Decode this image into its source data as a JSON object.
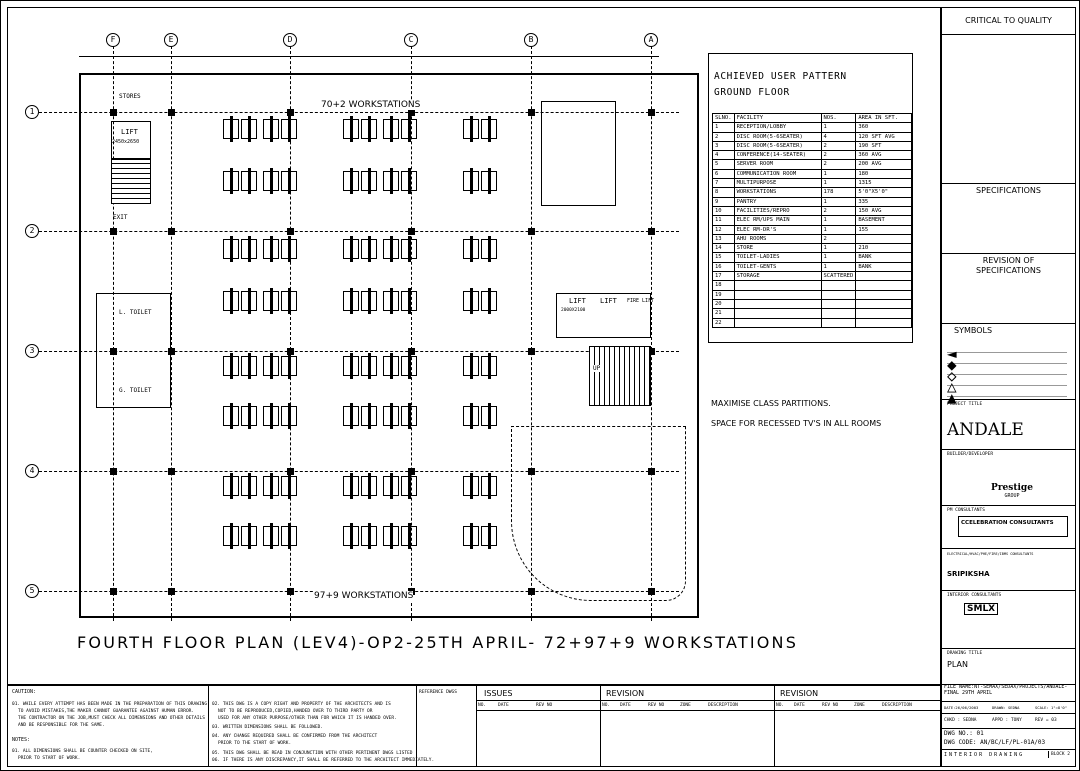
{
  "plan": {
    "title": "FOURTH FLOOR PLAN (LEV4)-OP2-25TH APRIL- 72+97+9 WORKSTATIONS",
    "ws_top": "70+2 WORKSTATIONS",
    "ws_bottom": "97+9 WORKSTATIONS",
    "grid_cols": [
      "F",
      "E",
      "D",
      "C",
      "B",
      "A"
    ],
    "grid_rows": [
      "1",
      "2",
      "3",
      "4",
      "5"
    ],
    "labels": {
      "stores": "STORES",
      "lift": "LIFT",
      "lift_size": "2450x2650",
      "exit": "EXIT",
      "lift2": "LIFT",
      "lift3": "LIFT",
      "fire_lift": "FIRE LIFT",
      "lift2_size": "2000X2100",
      "toilet_l": "L. TOILET",
      "toilet_g": "G. TOILET",
      "up": "UP"
    },
    "notes_right": [
      "MAXIMISE CLASS PARTITIONS.",
      "SPACE FOR RECESSED TV'S IN ALL ROOMS"
    ]
  },
  "schedule": {
    "title_1": "ACHIEVED USER PATTERN",
    "title_2": "GROUND FLOOR",
    "headers": [
      "SLNO.",
      "FACILITY",
      "NOS.",
      "AREA IN SFT."
    ],
    "rows": [
      [
        "1",
        "RECEPTION/LOBBY",
        "1",
        "360"
      ],
      [
        "2",
        "DISC ROOM(5-6SEATER)",
        "4",
        "120 SFT AVG"
      ],
      [
        "3",
        "DISC ROOM(5-6SEATER)",
        "2",
        "190 SFT"
      ],
      [
        "4",
        "CONFERENCE(14-SEATER)",
        "2",
        "360 AVG"
      ],
      [
        "5",
        "SERVER ROOM",
        "2",
        "200 AVG"
      ],
      [
        "6",
        "COMMUNICATION ROOM",
        "1",
        "180"
      ],
      [
        "7",
        "MULTIPURPOSE",
        "1",
        "1315"
      ],
      [
        "8",
        "WORKSTATIONS",
        "178",
        "5'0\"X5'0\""
      ],
      [
        "9",
        "PANTRY",
        "1",
        "335"
      ],
      [
        "10",
        "FACILITIES/REPRO",
        "2",
        "150 AVG"
      ],
      [
        "11",
        "ELEC RM/UPS MAIN",
        "1",
        "BASEMENT"
      ],
      [
        "12",
        "ELEC RM-DR'S",
        "1",
        "155"
      ],
      [
        "13",
        "AHU ROOMS",
        "2",
        ""
      ],
      [
        "14",
        "STORE",
        "1",
        "210"
      ],
      [
        "15",
        "TOILET-LADIES",
        "1",
        "BANK"
      ],
      [
        "16",
        "TOILET-GENTS",
        "1",
        "BANK"
      ],
      [
        "17",
        "STORAGE",
        "SCATTERED",
        ""
      ],
      [
        "18",
        "",
        "",
        ""
      ],
      [
        "19",
        "",
        "",
        ""
      ],
      [
        "20",
        "",
        "",
        ""
      ],
      [
        "21",
        "",
        "",
        ""
      ],
      [
        "22",
        "",
        "",
        ""
      ]
    ]
  },
  "titleblock": {
    "critical": "CRITICAL TO QUALITY",
    "specifications": "SPECIFICATIONS",
    "revision_of": "REVISION OF SPECIFICATIONS",
    "symbols": "SYMBOLS",
    "project_title": "PROJECT TITLE",
    "project_name": "ANDALE",
    "builder_label": "BUILDER/DEVELOPER",
    "builder_logo": "Prestige",
    "builder_logo_sub": "GROUP",
    "pm_label": "PM CONSULTANTS",
    "pm_logo": "CCELEBRATION CONSULTANTS",
    "mep_label": "ELECTRICAL/HVAC/PHE/FIRE/IBMS CONSULTANTS",
    "mep_name": "SRIPIKSHA",
    "interior_label": "INTERIOR CONSULTANTS",
    "interior_logo": "SMLX",
    "drawing_title_label": "DRAWING TITLE",
    "drawing_title": "PLAN",
    "file_name": "FILE NAME:NT-SEMAX/SEDAX/PROJECTS/ANDALE-FINAL 29TH APRIL",
    "date": "DATE:26/06/2003",
    "drawn": "DRAWN: SEDNA",
    "scale": "SCALE: 1\"=8'0\"",
    "checked": "CHKD : SEDNA",
    "approved": "APPD : TONY",
    "rev": "REV = 03",
    "dwg_no": "DWG NO.: 01",
    "dwg_code": "DWG CODE: AN/BC/LF/PL-01A/03",
    "drawing_type": "INTERIOR DRAWING",
    "block": "BLOCK 2"
  },
  "bottom": {
    "caution_label": "CAUTION:",
    "caution_1": "01. WHILE EVERY ATTEMPT HAS BEEN MADE IN THE PREPARATION OF THIS DRAWING",
    "caution_2": "TO AVOID MISTAKES,THE MAKER CANNOT GUARANTEE AGAINST HUMAN ERROR.",
    "caution_3": "THE CONTRACTOR ON THE JOB,MUST CHECK ALL DIMENSIONS AND OTHER DETAILS",
    "caution_4": "AND BE RESPONSIBLE FOR THE SAME.",
    "notes_label": "NOTES:",
    "note_1": "01. ALL DIMENSIONS SHALL BE COUNTER CHECKED ON SITE,",
    "note_1b": "PRIOR TO START OF WORK.",
    "n2": "02. THIS DWG IS A COPY RIGHT AND PROPERTY OF THE ARCHITECTS AND IS",
    "n2b": "NOT TO BE REPRODUCED,COPIED,HANDED OVER TO THIRD PARTY OR",
    "n2c": "USED FOR ANY OTHER PURPOSE/OTHER THAN FOR WHICH IT IS HANDED OVER.",
    "n3": "03. WRITTEN DIMENSIONS SHALL BE FOLLOWED.",
    "n4": "04. ANY CHANGE REQUIRED SHALL BE CONFIRMED FROM THE ARCHITECT",
    "n4b": "PRIOR TO THE START OF WORK.",
    "n5": "05. THIS DWG SHALL BE READ IN CONJUNCTION WITH OTHER PERTINENT DWGS LISTED",
    "n5b": "06. IF THERE IS ANY DISCREPANCY,IT SHALL BE REFERRED TO THE ARCHITECT IMMEDIATELY.",
    "reference_dwgs": "REFERENCE DWGS",
    "issues": "ISSUES",
    "revision": "REVISION",
    "revision2": "REVISION",
    "h_no": "NO.",
    "h_date": "DATE",
    "h_revno": "REV NO",
    "h_zone": "ZONE",
    "h_desc": "DESCRIPTION"
  }
}
